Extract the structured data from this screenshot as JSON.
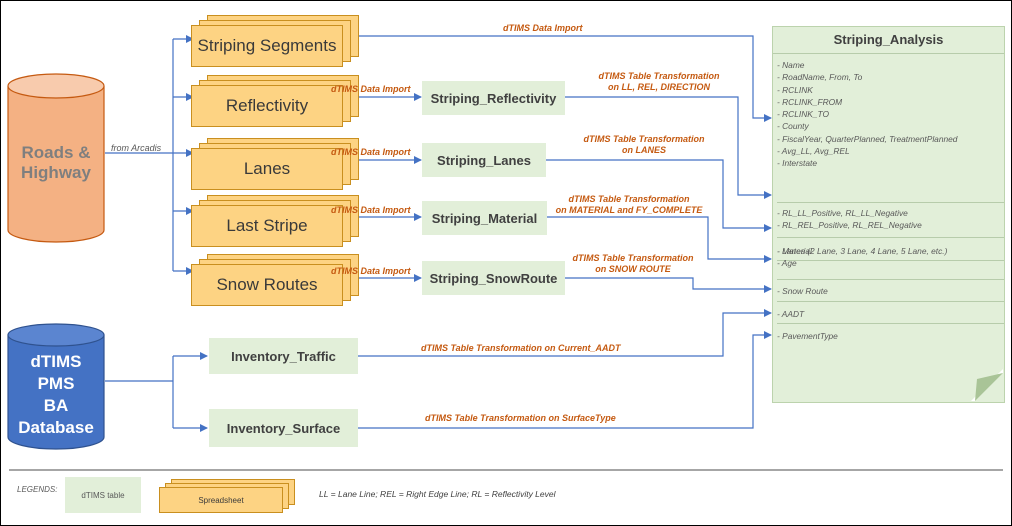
{
  "sources": {
    "roads": {
      "line1": "Roads &",
      "line2": "Highway"
    },
    "dtims": {
      "line1": "dTIMS",
      "line2": "PMS",
      "line3": "BA",
      "line4": "Database"
    },
    "from_label": "from Arcadis"
  },
  "spreadsheets": [
    {
      "label": "Striping Segments"
    },
    {
      "label": "Reflectivity"
    },
    {
      "label": "Lanes"
    },
    {
      "label": "Last Stripe"
    },
    {
      "label": "Snow Routes"
    }
  ],
  "tables": {
    "reflectivity": "Striping_Reflectivity",
    "lanes": "Striping_Lanes",
    "material": "Striping_Material",
    "snowroute": "Striping_SnowRoute",
    "traffic": "Inventory_Traffic",
    "surface": "Inventory_Surface"
  },
  "captions": {
    "segments_import": "dTIMS Data Import",
    "refl_import": "dTIMS Data Import",
    "lanes_import": "dTIMS Data Import",
    "last_import": "dTIMS Data Import",
    "snow_import": "dTIMS Data Import",
    "refl_transform": {
      "line1": "dTIMS Table Transformation",
      "line2": "on LL, REL, DIRECTION"
    },
    "lanes_transform": {
      "line1": "dTIMS Table Transformation",
      "line2": "on LANES"
    },
    "material_transform": {
      "line1": "dTIMS Table Transformation",
      "line2": "on MATERIAL and FY_COMPLETE"
    },
    "snow_transform": {
      "line1": "dTIMS Table Transformation",
      "line2": "on SNOW ROUTE"
    },
    "traffic_transform": "dTIMS Table Transformation  on Current_AADT",
    "surface_transform": "dTIMS Table Transformation  on SurfaceType"
  },
  "analysis": {
    "title": "Striping_Analysis",
    "sections": [
      [
        "- Name",
        "- RoadName, From, To",
        "- RCLINK",
        "- RCLINK_FROM",
        "- RCLINK_TO",
        "- County",
        "- FiscalYear, QuarterPlanned, TreatmentPlanned",
        "- Avg_LL, Avg_REL",
        "- Interstate"
      ],
      [
        "- RL_LL_Positive,  RL_LL_Negative",
        "- RL_REL_Positive,  RL_REL_Negative"
      ],
      [
        "- Lanes (2 Lane, 3 Lane, 4 Lane, 5 Lane, etc.)"
      ],
      [
        "- Material",
        "- Age"
      ],
      [
        "- Snow Route"
      ],
      [
        "- AADT"
      ],
      [
        "- PavementType"
      ]
    ]
  },
  "legend": {
    "title": "LEGENDS:",
    "table_label": "dTIMS table",
    "spreadsheet_label": "Spreadsheet",
    "note": "LL = Lane Line; REL = Right Edge Line; RL = Reflectivity  Level"
  },
  "colors": {
    "connector": "#4472c4",
    "roads_fill": "#f4b183",
    "dtims_fill": "#4472c4",
    "sheet_fill": "#fdd383",
    "table_fill": "#e2efd9",
    "caption": "#c55a11"
  }
}
